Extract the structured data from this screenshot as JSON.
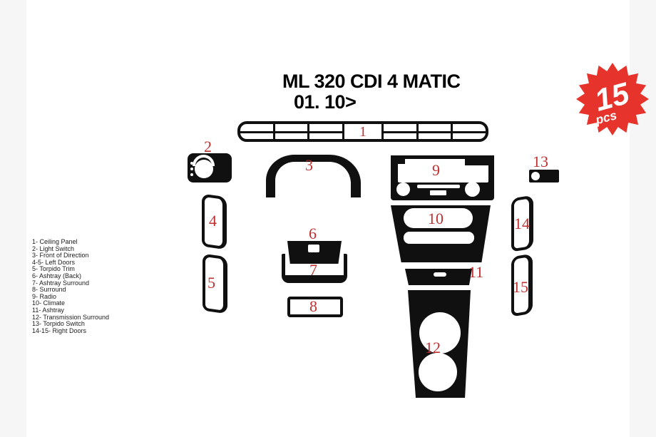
{
  "title": {
    "line1": "ML 320 CDI 4 MATIC",
    "line2": "01. 10>"
  },
  "badge": {
    "count": "15",
    "unit": "pcs"
  },
  "colors": {
    "label_red": "#bf3030",
    "part_black": "#101010",
    "badge_red": "#e6342c",
    "side_margin": "#f6f6f6",
    "legend_text": "#1c1c1c"
  },
  "legend": {
    "items": [
      "1- Ceiling Panel",
      "2- Light Switch",
      "3- Front of Direction",
      "4-5- Left Doors",
      "5- Torpido Trim",
      "6- Ashtray (Back)",
      "7- Ashtray Surround",
      "8- Surround",
      "9- Radio",
      "10- Climate",
      "11- Ashtray",
      "12- Transmission Surround",
      "13- Torpido Switch",
      "14-15- Right Doors"
    ]
  },
  "parts": {
    "p1": "1",
    "p2": "2",
    "p3": "3",
    "p4": "4",
    "p5": "5",
    "p6": "6",
    "p7": "7",
    "p8": "8",
    "p9": "9",
    "p10": "10",
    "p11": "11",
    "p12": "12",
    "p13": "13",
    "p14": "14",
    "p15": "15"
  }
}
